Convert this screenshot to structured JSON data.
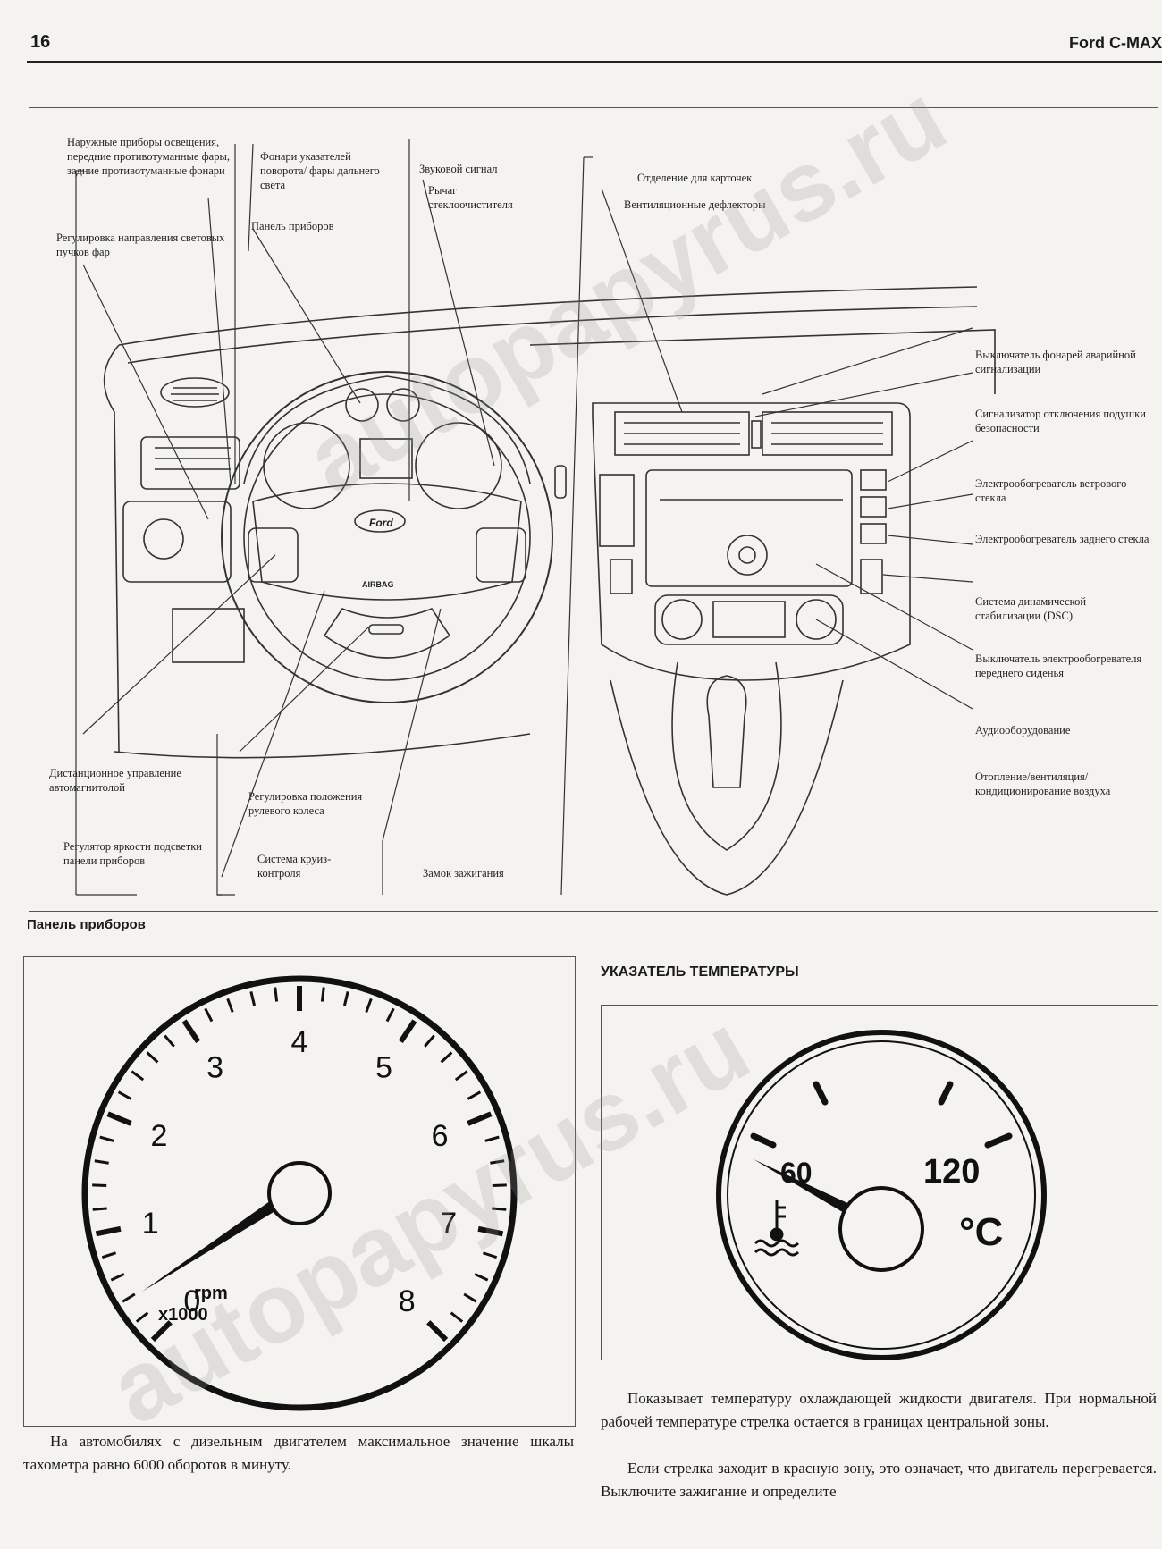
{
  "header": {
    "page_number": "16",
    "title": "Ford C-MAX"
  },
  "diagram": {
    "labels_left": [
      "Наружные приборы освещения, передние противотуманные фары, задние противотуманные фонари",
      "Регулировка направления световых пучков фар",
      "Фонари указателей поворота/ фары дальнего света",
      "Панель приборов",
      "Звуковой сигнал",
      "Рычаг стеклоочистителя",
      "Отделение для карточек",
      "Вентиляционные дефлекторы"
    ],
    "labels_right": [
      "Выключатель фонарей аварийной сигнализации",
      "Сигнализатор отключения подушки безопасности",
      "Электрообогреватель ветрового стекла",
      "Электрообогреватель заднего стекла",
      "Система динамической стабилизации (DSC)",
      "Выключатель электрообогревателя переднего сиденья",
      "Аудиооборудование",
      "Отопление/вентиляция/ кондиционирование воздуха"
    ],
    "labels_bottom": [
      "Дистанционное управление автомагнитолой",
      "Регулятор яркости подсветки панели приборов",
      "Регулировка положения рулевого колеса",
      "Система круиз-контроля",
      "Замок зажигания"
    ],
    "wheel_texts": {
      "brand": "Ford",
      "airbag": "AIRBAG"
    }
  },
  "section_panel": {
    "title": "Панель приборов"
  },
  "tachometer": {
    "ticks": [
      "0",
      "1",
      "2",
      "3",
      "4",
      "5",
      "6",
      "7",
      "8"
    ],
    "unit_line1": "rpm",
    "unit_line2": "x1000"
  },
  "temperature": {
    "title": "УКАЗАТЕЛЬ ТЕМПЕРАТУРЫ",
    "label_low": "60",
    "label_high": "120",
    "unit": "°C"
  },
  "text": {
    "left_paragraph": "На автомобилях с дизельным двигателем максимальное значение шкалы тахометра равно 6000 оборотов в минуту.",
    "right_paragraph_1": "Показывает температуру охлаждающей жидкости двигателя. При нормальной рабочей температуре стрелка остается в границах центральной зоны.",
    "right_paragraph_2": "Если стрелка заходит в красную зону, это означает, что двигатель перегревается. Выключите зажигание и определите"
  },
  "watermark": "autopapyrus.ru"
}
